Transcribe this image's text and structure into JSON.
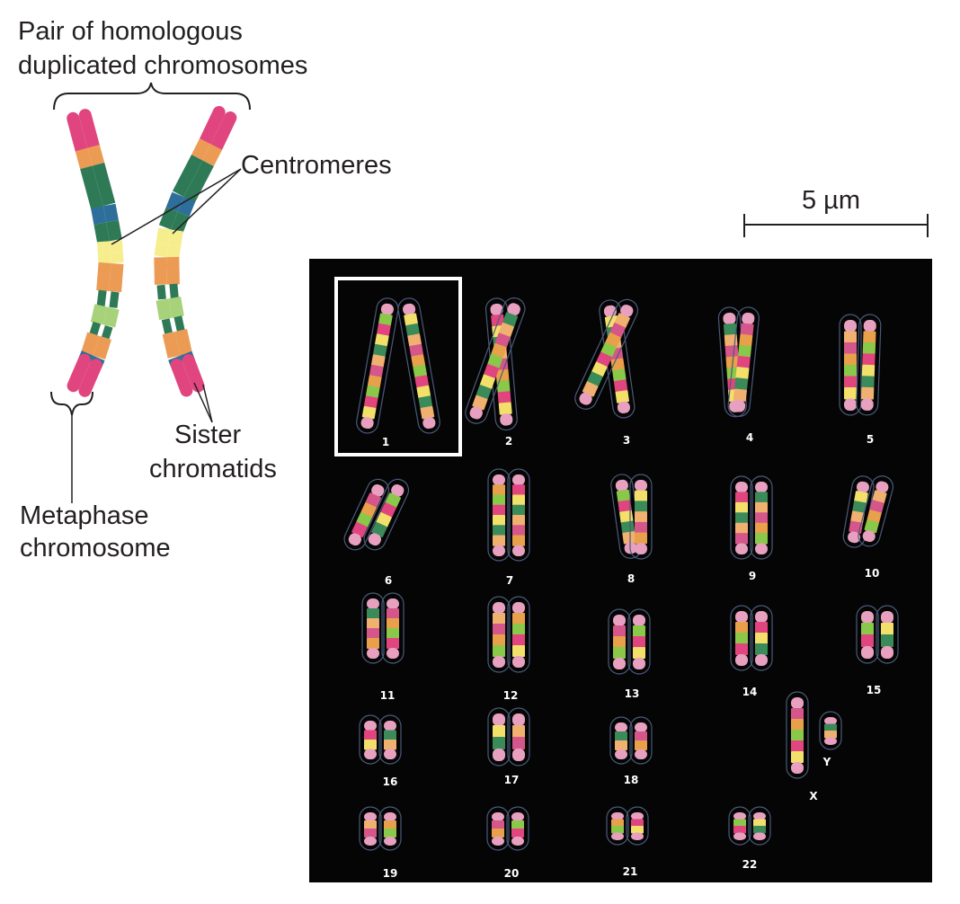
{
  "labels": {
    "pair_line1": "Pair of homologous",
    "pair_line2": "duplicated chromosomes",
    "centromeres": "Centromeres",
    "sister_line1": "Sister",
    "sister_line2": "chromatids",
    "metaphase_line1": "Metaphase",
    "metaphase_line2": "chromosome",
    "scale_bar": "5 µm"
  },
  "karyotype": {
    "numbers": [
      "1",
      "2",
      "3",
      "4",
      "5",
      "6",
      "7",
      "8",
      "9",
      "10",
      "11",
      "12",
      "13",
      "14",
      "15",
      "16",
      "17",
      "18",
      "19",
      "20",
      "21",
      "22"
    ],
    "sex_labels": [
      "X",
      "Y"
    ]
  },
  "colors": {
    "tip": "#e0457f",
    "orange": "#ec9b55",
    "dark_green": "#2f7a56",
    "blue": "#2d6f9a",
    "yellow": "#f6ee8d",
    "light_green": "#a8d27a",
    "panel_bg": "#050505"
  }
}
